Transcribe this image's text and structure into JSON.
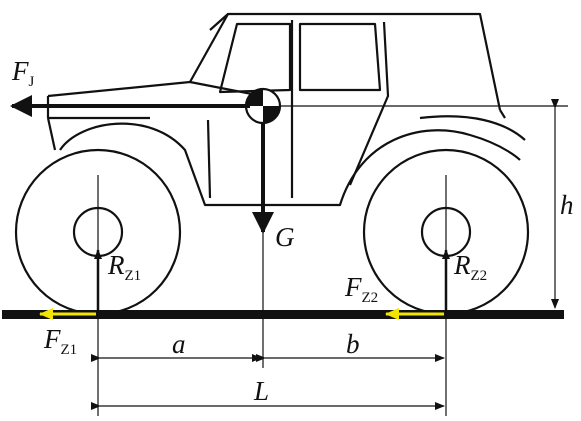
{
  "labels": {
    "inertia_force": {
      "main": "F",
      "sub": "J"
    },
    "gravity": {
      "main": "G"
    },
    "cg_height": {
      "main": "h"
    },
    "front_normal": {
      "main": "R",
      "sub": "Z1"
    },
    "rear_normal": {
      "main": "R",
      "sub": "Z2"
    },
    "front_friction": {
      "main": "F",
      "sub": "Z1"
    },
    "rear_friction": {
      "main": "F",
      "sub": "Z2"
    },
    "front_distance": {
      "main": "a"
    },
    "rear_distance": {
      "main": "b"
    },
    "wheelbase": {
      "main": "L"
    }
  },
  "colors": {
    "line": "#111111",
    "friction_arrow": "#f2e600"
  }
}
